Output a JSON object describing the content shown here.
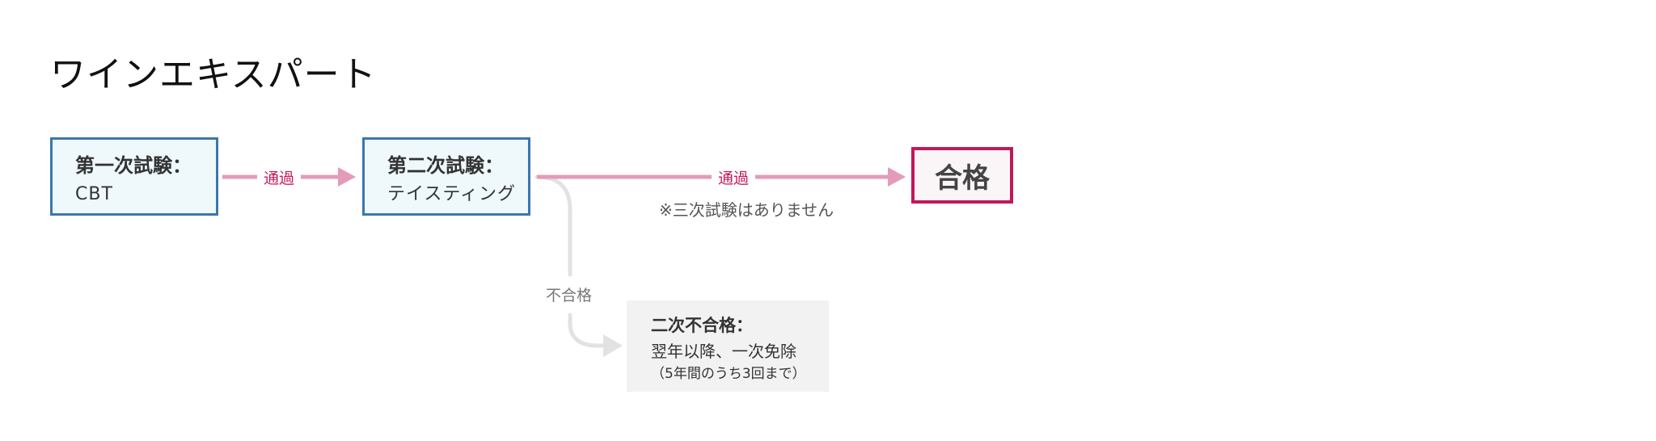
{
  "title": "ワインエキスパート",
  "stages": [
    {
      "head": "第一次試験：",
      "sub": "CBT"
    },
    {
      "head": "第二次試験：",
      "sub": "テイスティング"
    }
  ],
  "edges": {
    "pass1_label": "通過",
    "pass2_label": "通過",
    "fail_label": "不合格",
    "pass2_note": "※三次試験はありません"
  },
  "result": {
    "label": "合格"
  },
  "fail_box": {
    "head": "二次不合格：",
    "line1": "翌年以降、一次免除",
    "line2": "（5年間のうち3回まで）"
  },
  "colors": {
    "stage_border": "#3b76ae",
    "stage_bg": "#eff8fb",
    "pass_arrow": "#e49bbb",
    "pass_text": "#c2185b",
    "result_border": "#c2185b",
    "fail_arrow": "#e2e2e2",
    "fail_bg": "#f2f2f2"
  }
}
